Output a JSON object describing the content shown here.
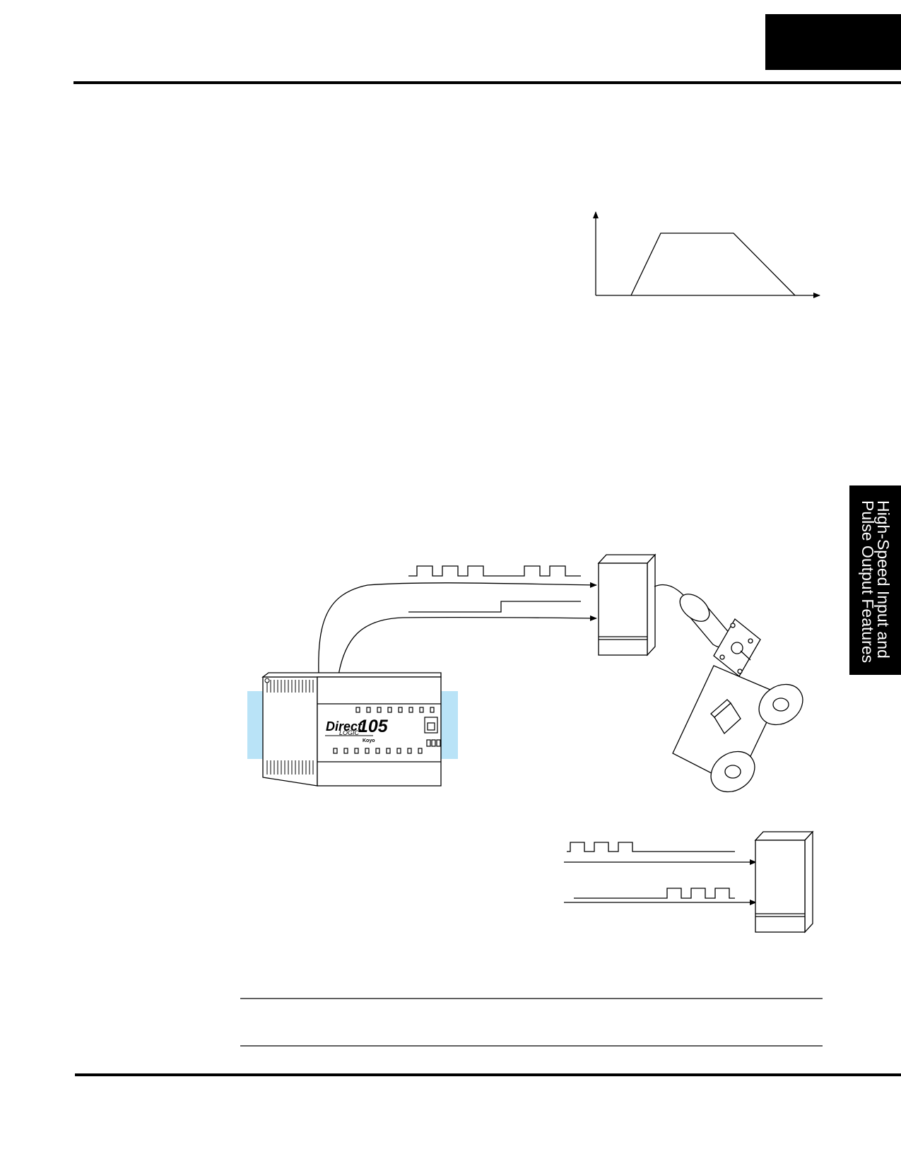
{
  "side_tab": {
    "line1": "High-Speed Input and",
    "line2": "Pulse Output Features"
  },
  "plc_logo": {
    "brand": "Direct",
    "sub": "LOGIC",
    "model": "105",
    "maker": "Koyo"
  },
  "colors": {
    "ink": "#000000",
    "tab_bg": "#000000",
    "tab_text": "#ffffff",
    "plc_highlight": "#b9e3f7",
    "paper": "#ffffff"
  }
}
